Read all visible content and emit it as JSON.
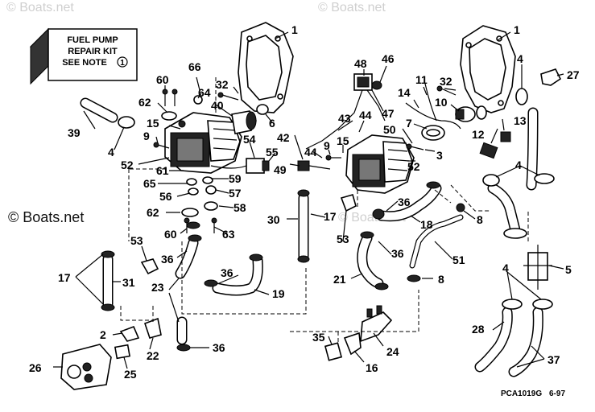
{
  "watermarks": {
    "main": "© Boats.net",
    "faint_left": "© Boats.net",
    "faint_right": "© Boats.net",
    "faint_middle": "© Boats.net"
  },
  "note_box": {
    "line1": "FUEL PUMP",
    "line2": "REPAIR KIT",
    "line3": "SEE NOTE",
    "note_number": "1"
  },
  "drawing_code": {
    "id": "PCA1019G",
    "date": "6-97"
  },
  "callouts": [
    "1",
    "1",
    "66",
    "60",
    "64",
    "32",
    "62",
    "40",
    "39",
    "15",
    "6",
    "4",
    "9",
    "54",
    "55",
    "52",
    "61",
    "59",
    "65",
    "57",
    "56",
    "58",
    "62",
    "60",
    "63",
    "48",
    "46",
    "47",
    "11",
    "14",
    "32",
    "10",
    "43",
    "44",
    "7",
    "12",
    "13",
    "50",
    "42",
    "44",
    "9",
    "15",
    "3",
    "49",
    "52",
    "4",
    "27",
    "4",
    "36",
    "17",
    "30",
    "8",
    "18",
    "53",
    "36",
    "51",
    "5",
    "21",
    "8",
    "17",
    "31",
    "53",
    "36",
    "23",
    "36",
    "19",
    "4",
    "28",
    "37",
    "2",
    "22",
    "36",
    "35",
    "24",
    "16",
    "26",
    "25"
  ]
}
